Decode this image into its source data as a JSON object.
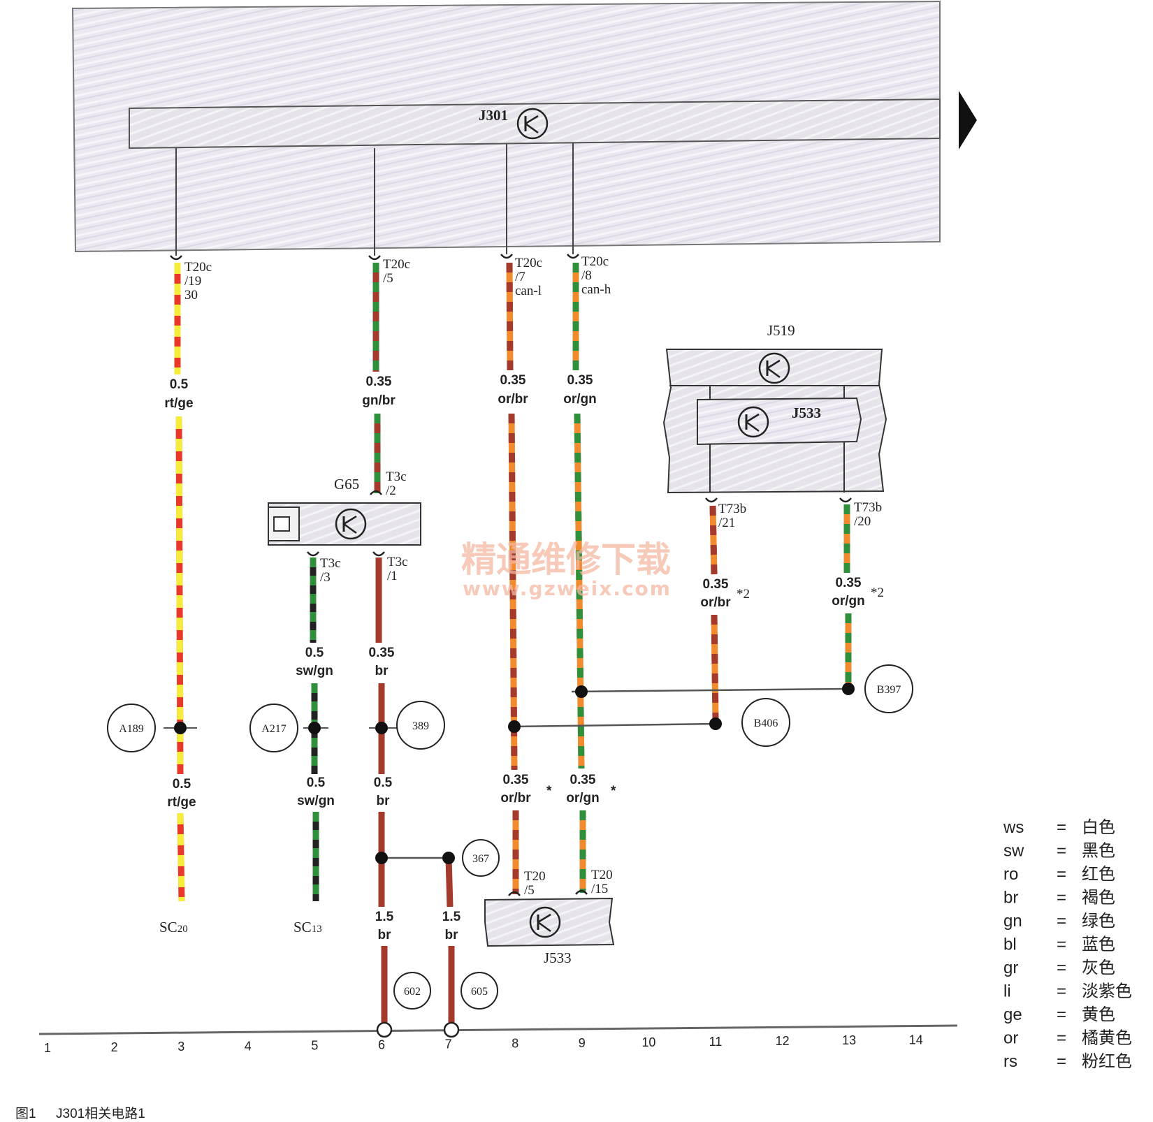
{
  "components": {
    "j301": "J301",
    "g65": "G65",
    "j519": "J519",
    "j533_inner": "J533",
    "j533_bottom": "J533"
  },
  "pins": {
    "c3": {
      "connector": "T20c",
      "pin": "/19",
      "extra": "30"
    },
    "c6": {
      "connector": "T20c",
      "pin": "/5",
      "extra": ""
    },
    "c8": {
      "connector": "T20c",
      "pin": "/7",
      "extra": "can-l"
    },
    "c9": {
      "connector": "T20c",
      "pin": "/8",
      "extra": "can-h"
    },
    "g65_top": {
      "connector": "T3c",
      "pin": "/2"
    },
    "g65_left": {
      "connector": "T3c",
      "pin": "/3"
    },
    "g65_right": {
      "connector": "T3c",
      "pin": "/1"
    },
    "j519_left": {
      "connector": "T73b",
      "pin": "/21"
    },
    "j519_right": {
      "connector": "T73b",
      "pin": "/20"
    },
    "j533_left": {
      "connector": "T20",
      "pin": "/5"
    },
    "j533_right": {
      "connector": "T20",
      "pin": "/15"
    }
  },
  "wires": {
    "w3_top": {
      "size": "0.5",
      "color": "rt/ge"
    },
    "w3_bot": {
      "size": "0.5",
      "color": "rt/ge"
    },
    "w6_top": {
      "size": "0.35",
      "color": "gn/br"
    },
    "w5": {
      "size": "0.5",
      "color": "sw/gn"
    },
    "w5_bot": {
      "size": "0.5",
      "color": "sw/gn"
    },
    "w6_mid": {
      "size": "0.35",
      "color": "br"
    },
    "w6_bot": {
      "size": "0.5",
      "color": "br"
    },
    "w6_gnd": {
      "size": "1.5",
      "color": "br"
    },
    "w7_gnd": {
      "size": "1.5",
      "color": "br"
    },
    "w8_top": {
      "size": "0.35",
      "color": "or/br"
    },
    "w9_top": {
      "size": "0.35",
      "color": "or/gn"
    },
    "w8_bot": {
      "size": "0.35",
      "color": "or/br",
      "note": "*"
    },
    "w9_bot": {
      "size": "0.35",
      "color": "or/gn",
      "note": "*"
    },
    "w11": {
      "size": "0.35",
      "color": "or/br",
      "note": "*2"
    },
    "w13": {
      "size": "0.35",
      "color": "or/gn",
      "note": "*2"
    }
  },
  "nodes": {
    "a189": "A189",
    "a217": "A217",
    "n389": "389",
    "b406": "B406",
    "b397": "B397",
    "n367": "367",
    "n602": "602",
    "n605": "605"
  },
  "terminals": {
    "sc20": {
      "main": "SC",
      "sub": "20"
    },
    "sc13": {
      "main": "SC",
      "sub": "13"
    }
  },
  "columns": [
    "1",
    "2",
    "3",
    "4",
    "5",
    "6",
    "7",
    "8",
    "9",
    "10",
    "11",
    "12",
    "13",
    "14"
  ],
  "legend": [
    {
      "code": "ws",
      "eq": "=",
      "meaning": "白色"
    },
    {
      "code": "sw",
      "eq": "=",
      "meaning": "黑色"
    },
    {
      "code": "ro",
      "eq": "=",
      "meaning": "红色"
    },
    {
      "code": "br",
      "eq": "=",
      "meaning": "褐色"
    },
    {
      "code": "gn",
      "eq": "=",
      "meaning": "绿色"
    },
    {
      "code": "bl",
      "eq": "=",
      "meaning": "蓝色"
    },
    {
      "code": "gr",
      "eq": "=",
      "meaning": "灰色"
    },
    {
      "code": "li",
      "eq": "=",
      "meaning": "淡紫色"
    },
    {
      "code": "ge",
      "eq": "=",
      "meaning": "黄色"
    },
    {
      "code": "or",
      "eq": "=",
      "meaning": "橘黄色"
    },
    {
      "code": "rs",
      "eq": "=",
      "meaning": "粉红色"
    }
  ],
  "caption": {
    "figure": "图1",
    "title": "J301相关电路1"
  },
  "watermark": {
    "cn": "精通维修下载",
    "url": "www.gzweix.com"
  },
  "colors": {
    "red": "#e8382a",
    "yellow": "#f6ec3c",
    "green": "#2f8f3a",
    "brown": "#a33a2c",
    "orange": "#f28a2e",
    "black": "#222222",
    "panel": "#e9e6ee"
  }
}
